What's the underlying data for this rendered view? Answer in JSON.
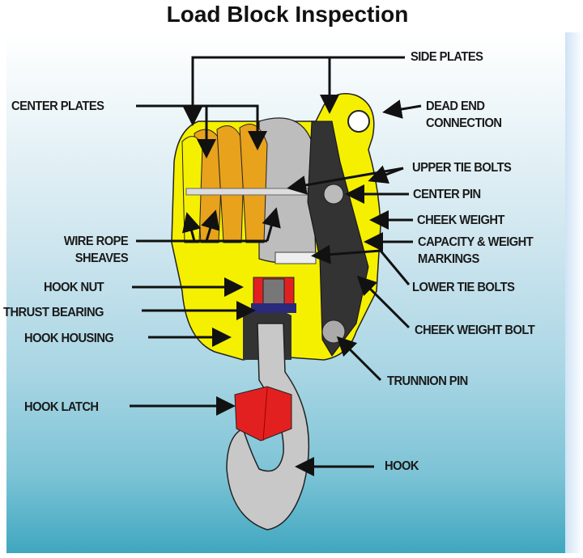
{
  "title": "Load Block Inspection",
  "labels": {
    "side_plates": "SIDE PLATES",
    "center_plates": "CENTER PLATES",
    "dead_end_1": "DEAD END",
    "dead_end_2": "CONNECTION",
    "upper_tie_bolts": "UPPER TIE BOLTS",
    "center_pin": "CENTER PIN",
    "cheek_weight": "CHEEK WEIGHT",
    "capacity_1": "CAPACITY & WEIGHT",
    "capacity_2": "MARKINGS",
    "wire_rope_1": "WIRE ROPE",
    "wire_rope_2": "SHEAVES",
    "hook_nut": "HOOK NUT",
    "thrust_bearing": "THRUST BEARING",
    "hook_housing": "HOOK HOUSING",
    "lower_tie_bolts": "LOWER TIE BOLTS",
    "cheek_weight_bolt": "CHEEK WEIGHT BOLT",
    "trunnion_pin": "TRUNNION PIN",
    "hook_latch": "HOOK LATCH",
    "hook": "HOOK"
  },
  "colors": {
    "yellow": "#f5f000",
    "orange": "#e8a21c",
    "red": "#e32020",
    "gray": "#c8c8c8",
    "dark": "#2a2a2a"
  }
}
